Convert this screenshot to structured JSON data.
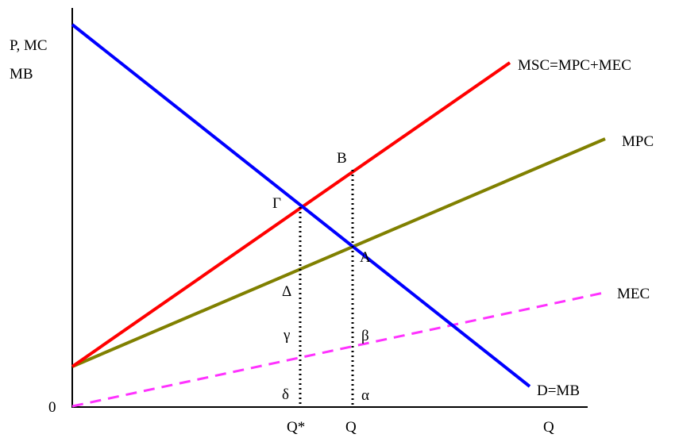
{
  "axes": {
    "y_label_line1": "P, MC",
    "y_label_line2": "MB",
    "origin": "0",
    "x_label": "Q"
  },
  "curves": {
    "demand": {
      "label": "D=MB",
      "color": "#0000ff"
    },
    "msc": {
      "label": "MSC=MPC+MEC",
      "color": "#ff0000"
    },
    "mpc": {
      "label": "MPC",
      "color": "#808000"
    },
    "mec": {
      "label": "MEC",
      "color": "#ff33ff"
    }
  },
  "points": {
    "gamma_upper": "Γ",
    "b": "B",
    "a": "A",
    "delta_upper": "Δ",
    "gamma_lower": "γ",
    "beta": "β",
    "delta_lower": "δ",
    "alpha": "α"
  },
  "quantities": {
    "q_star": "Q*",
    "q": "Q"
  },
  "guide_color": "#000000"
}
